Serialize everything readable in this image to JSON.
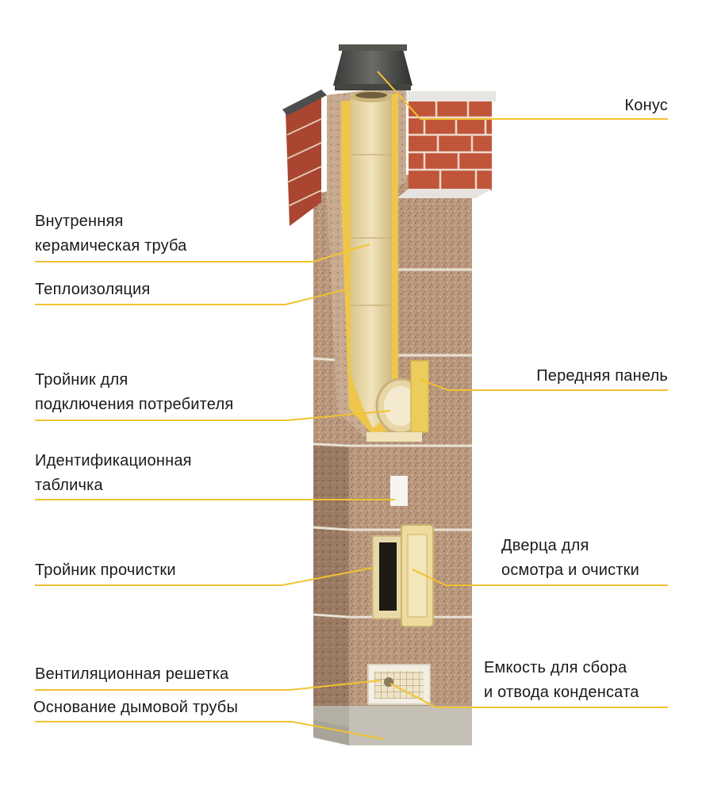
{
  "labels": {
    "cone": "Конус",
    "inner_pipe": [
      "Внутренняя",
      "керамическая труба"
    ],
    "insulation": "Теплоизоляция",
    "tee_consumer": [
      "Тройник для",
      "подключения потребителя"
    ],
    "front_panel": "Передняя панель",
    "id_plate": [
      "Идентификационная",
      "табличка"
    ],
    "tee_cleaning": "Тройник прочистки",
    "door": [
      "Дверца для",
      "осмотра и очистки"
    ],
    "vent_grille": "Вентиляционная решетка",
    "condensate": [
      "Емкость для сбора",
      "и отвода конденсата"
    ],
    "base": "Основание дымовой трубы"
  },
  "colors": {
    "leader": "#f2c230",
    "block": "#b9977c",
    "brick": "#c0553a",
    "ceramic": "#eddcaa",
    "insulation": "#efc64c",
    "cone": "#4a4a48",
    "base": "#c4c0b5"
  }
}
